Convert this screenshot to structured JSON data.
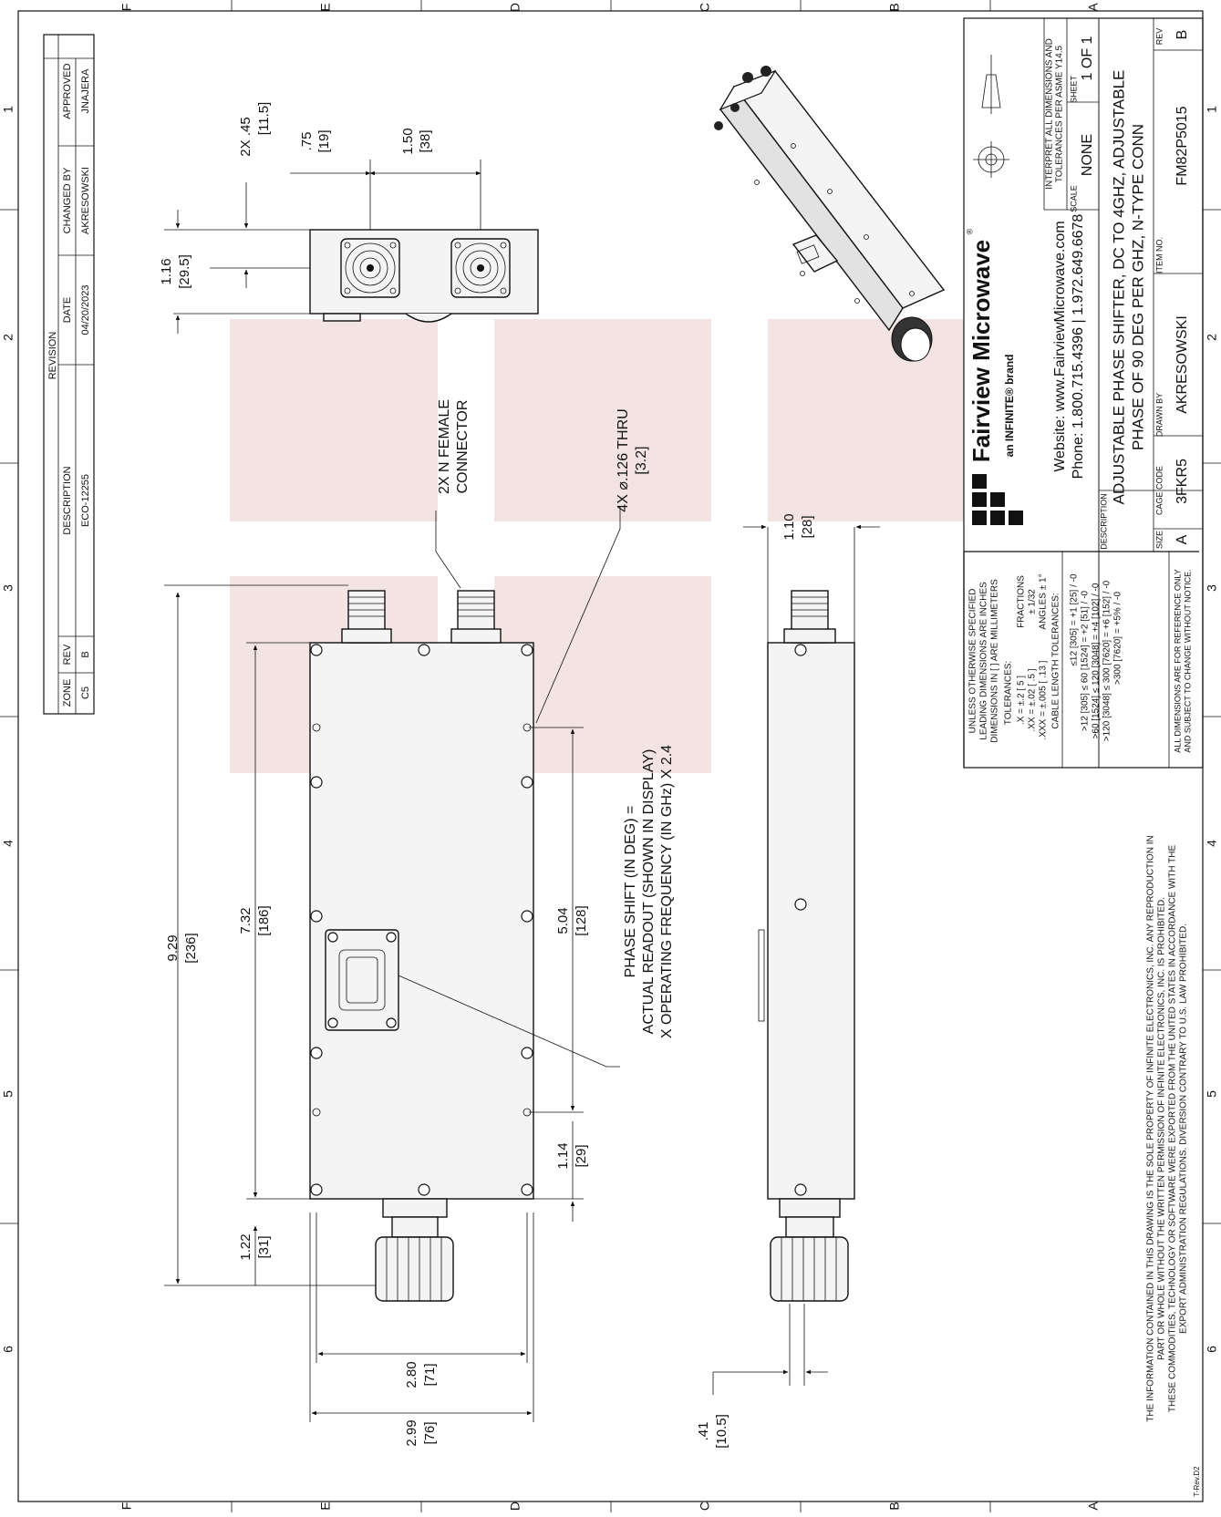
{
  "zones": {
    "top": [
      "F",
      "E",
      "D",
      "C",
      "B",
      "A"
    ],
    "bottom": [
      "F",
      "E",
      "D",
      "C",
      "B",
      "A"
    ],
    "left": [
      "1",
      "2",
      "3",
      "4",
      "5",
      "6"
    ],
    "right": [
      "1",
      "2",
      "3",
      "4",
      "5",
      "6"
    ]
  },
  "revision": {
    "title": "REVISION",
    "headers": [
      "ZONE",
      "REV",
      "DESCRIPTION",
      "DATE",
      "CHANGED BY",
      "APPROVED"
    ],
    "row": [
      "C5",
      "B",
      "ECO-12255",
      "04/20/2023",
      "AKRESOWSKI",
      "JNAJERA"
    ]
  },
  "dims": {
    "d_2x45_a": "2X .45",
    "d_2x45_b": "[11.5]",
    "d_75_a": ".75",
    "d_75_b": "[19]",
    "d_150_a": "1.50",
    "d_150_b": "[38]",
    "d_116_a": "1.16",
    "d_116_b": "[29.5]",
    "d_929_a": "9.29",
    "d_929_b": "[236]",
    "d_732_a": "7.32",
    "d_732_b": "[186]",
    "d_504_a": "5.04",
    "d_504_b": "[128]",
    "d_114_a": "1.14",
    "d_114_b": "[29]",
    "d_122_a": "1.22",
    "d_122_b": "[31]",
    "d_280_a": "2.80",
    "d_280_b": "[71]",
    "d_299_a": "2.99",
    "d_299_b": "[76]",
    "d_110_a": "1.10",
    "d_110_b": "[28]",
    "d_41_a": ".41",
    "d_41_b": "[10.5]"
  },
  "notes": {
    "connector_1": "2X N FEMALE",
    "connector_2": "CONNECTOR",
    "hole_1": "4X ⌀.126 THRU",
    "hole_2": "[3.2]",
    "phase_1": "PHASE SHIFT (IN DEG) =",
    "phase_2": "ACTUAL READOUT (SHOWN IN DISPLAY)",
    "phase_3": "X OPERATING FREQUENCY (IN GHz) X 2.4"
  },
  "tolerances": {
    "l1": "UNLESS OTHERWISE SPECIFIED",
    "l2": "LEADING DIMENSIONS ARE INCHES",
    "l3": "DIMENSIONS IN [ ] ARE MILLIMETERS",
    "l4": "TOLERANCES:",
    "l5": ".X = ±.2    [ 5 ]",
    "l6": ".XX = ±.02   [ .5 ]",
    "l7": ".XXX = ±.005 [ .13 ]",
    "l8": "FRACTIONS",
    "l9": "± 1/32",
    "l10": "ANGLES ± 1°",
    "l11": "CABLE LENGTH TOLERANCES:",
    "l12": "≤12 [305] = +1 [25] / -0",
    "l13": ">12 [305] ≤ 60 [1524] = +2 [51] / -0",
    "l14": ">60 [1524] ≤ 120 [3048] = +4 [102] / -0",
    "l15": ">120 [3048] ≤ 300 [7620] = +6 [152] / -0",
    "l16": ">300 [7620] = +5% / -0",
    "l17": "ALL DIMENSIONS ARE FOR REFERENCE ONLY",
    "l18": "AND SUBJECT TO CHANGE WITHOUT NOTICE."
  },
  "titleblock": {
    "brand": "Fairview Microwave",
    "reg": "®",
    "sub": "an INFINITE® brand",
    "website": "Website: www.FairviewMicrowave.com",
    "phone": "Phone: 1.800.715.4396 | 1.972.649.6678",
    "interpret_1": "INTERPRET ALL DIMENSIONS AND",
    "interpret_2": "TOLERANCES PER ASME Y14.5",
    "scale_label": "SCALE",
    "scale_value": "NONE",
    "sheet_label": "SHEET",
    "sheet_value": "1 OF 1",
    "desc_label": "DESCRIPTION",
    "desc_1": "ADJUSTABLE PHASE SHIFTER, DC TO 4GHZ, ADJUSTABLE",
    "desc_2": "PHASE OF 90 DEG PER GHZ, N-TYPE CONN",
    "size_label": "SIZE",
    "size_value": "A",
    "cage_label": "CAGE CODE",
    "cage_value": "3FKR5",
    "drawn_label": "DRAWN BY",
    "drawn_value": "AKRESOWSKI",
    "item_label": "ITEM NO.",
    "item_value": "FM82P5015",
    "rev_label": "REV",
    "rev_value": "B"
  },
  "disclaimer": {
    "l1": "THE INFORMATION CONTAINED IN THIS DRAWING IS THE SOLE PROPERTY OF INFINITE ELECTRONICS, INC. ANY REPRODUCTION IN",
    "l2": "PART OR WHOLE WITHOUT THE WRITTEN PERMISSION OF INFINITE ELECTRONICS, INC. IS PROHIBITED.",
    "l3": "THESE COMMODITIES, TECHNOLOGY OR SOFTWARE WERE EXPORTED FROM THE UNITED STATES IN ACCORDANCE WITH THE",
    "l4": "EXPORT ADMINISTRATION REGULATIONS. DIVERSION CONTRARY TO U.S. LAW PROHIBITED."
  },
  "form_rev": "T-Rev.D2"
}
